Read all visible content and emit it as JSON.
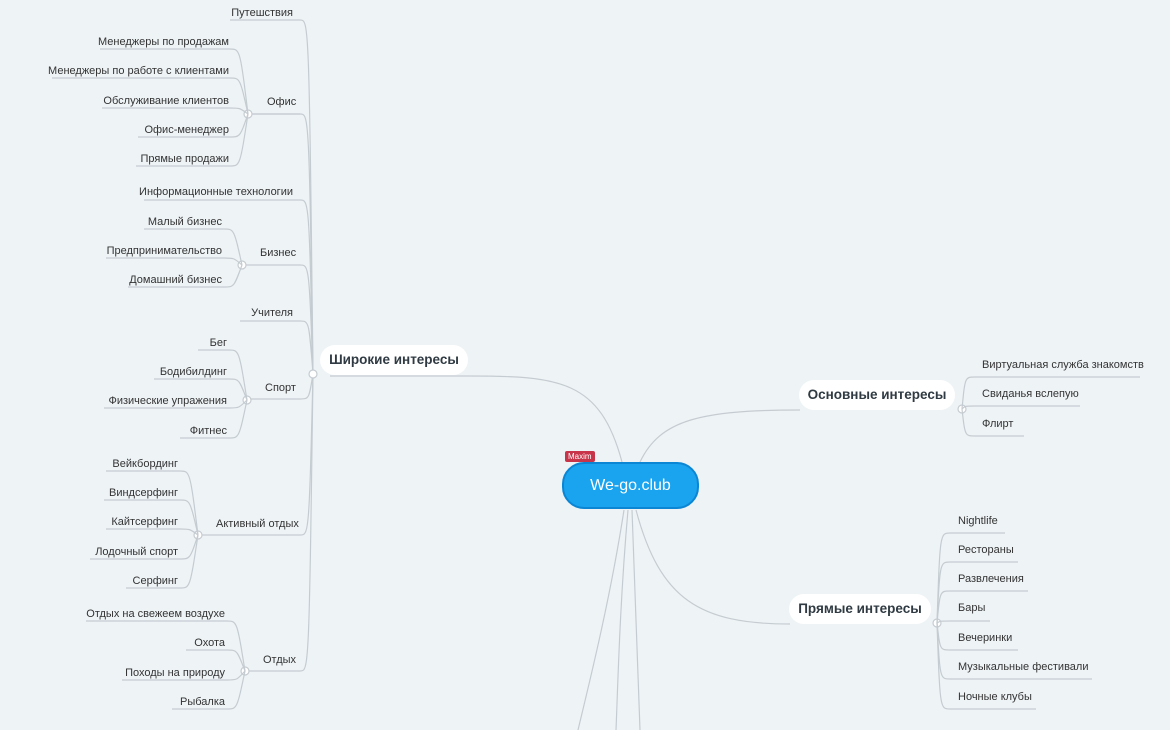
{
  "root": {
    "label": "We-go.club",
    "tag": "Maxim"
  },
  "branches": {
    "wide": "Широкие интересы",
    "main": "Основные интересы",
    "direct": "Прямые интересы"
  },
  "wide": {
    "travel": "Путешствия",
    "office": {
      "label": "Офис",
      "items": [
        "Менеджеры по продажам",
        "Менеджеры по работе с клиентами",
        "Обслуживание клиентов",
        "Офис-менеджер",
        "Прямые продажи"
      ]
    },
    "it": "Информационные технологии",
    "business": {
      "label": "Бизнес",
      "items": [
        "Малый бизнес",
        "Предпринимательство",
        "Домашний бизнес"
      ]
    },
    "teachers": "Учителя",
    "sport": {
      "label": "Спорт",
      "items": [
        "Бег",
        "Бодибилдинг",
        "Физические упражения",
        "Фитнес"
      ]
    },
    "active": {
      "label": "Активный отдых",
      "items": [
        "Вейкбординг",
        "Виндсерфинг",
        "Кайтсерфинг",
        "Лодочный спорт",
        "Серфинг"
      ]
    },
    "rest": {
      "label": "Отдых",
      "items": [
        "Отдых на свежеем воздухе",
        "Охота",
        "Походы на природу",
        "Рыбалка"
      ]
    }
  },
  "main": {
    "items": [
      "Виртуальная служба знакомств",
      "Свиданья вслепую",
      "Флирт"
    ]
  },
  "direct": {
    "items": [
      "Nightlife",
      "Рестораны",
      "Развлечения",
      "Бары",
      "Вечеринки",
      "Музыкальные фестивали",
      "Ночные клубы"
    ]
  },
  "colors": {
    "root": "#1aa3ee",
    "tag": "#c8354a",
    "lines": "#c5ccd1",
    "background": "#eef3f6"
  }
}
